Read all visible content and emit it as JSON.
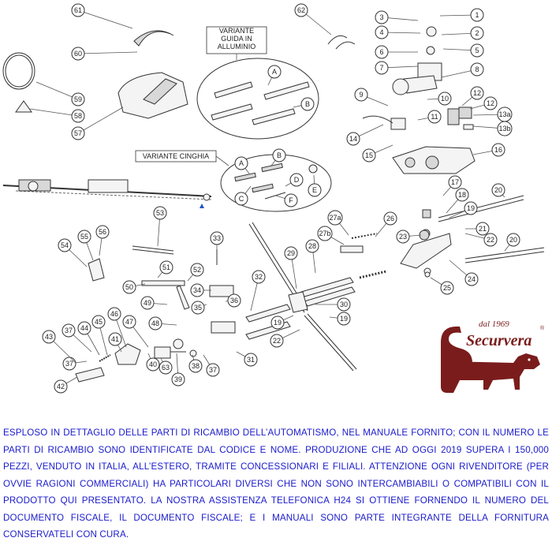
{
  "variants": {
    "rail_line1": "VARIANTE",
    "rail_line2": "GUIDA IN",
    "rail_line3": "ALLUMINIO",
    "belt": "VARIANTE CINGHIA"
  },
  "callouts": [
    "1",
    "2",
    "3",
    "4",
    "5",
    "6",
    "7",
    "8",
    "9",
    "10",
    "11",
    "12",
    "12",
    "13a",
    "13b",
    "14",
    "15",
    "16",
    "17",
    "18",
    "19",
    "20",
    "20",
    "21",
    "22",
    "23",
    "24",
    "25",
    "26",
    "27a",
    "27b",
    "28",
    "29",
    "30",
    "31",
    "32",
    "33",
    "34",
    "35",
    "36",
    "37",
    "37",
    "37",
    "38",
    "39",
    "40",
    "41",
    "42",
    "43",
    "44",
    "45",
    "46",
    "47",
    "48",
    "49",
    "50",
    "51",
    "52",
    "53",
    "54",
    "55",
    "56",
    "57",
    "58",
    "59",
    "60",
    "61",
    "62",
    "63",
    "19",
    "22",
    "19",
    "A",
    "B",
    "C",
    "D",
    "E",
    "A",
    "B",
    "F"
  ],
  "brand": {
    "since": "dal 1969",
    "name": "Securvera",
    "registered": "®",
    "color": "#7a1c1c"
  },
  "description": "ESPLOSO IN DETTAGLIO DELLE PARTI DI RICAMBIO DELL’AUTOMATISMO, NEL MANUALE FORNITO; CON IL NUMERO LE PARTI DI RICAMBIO SONO IDENTIFICATE DAL CODICE E NOME. PRODUZIONE CHE AD OGGI 2019 SUPERA I 150,000 PEZZI, VENDUTO IN ITALIA, ALL’ESTERO, TRAMITE CONCESSIONARI E FILIALI. ATTENZIONE OGNI RIVENDITORE (PER OVVIE RAGIONI COMMERCIALI) HA PARTICOLARI DIVERSI CHE NON SONO INTERCAMBIABILI O COMPATIBILI CON IL PRODOTTO QUI PRESENTATO. LA NOSTRA ASSISTENZA TELEFONICA H24 SI OTTIENE FORNENDO IL NUMERO DEL DOCUMENTO FISCALE, IL DOCUMENTO FISCALE; E I MANUALI SONO PARTE INTEGRANTE DELLA FORNITURA CONSERVATELI CON CURA.",
  "text_color": "#1a1acc"
}
